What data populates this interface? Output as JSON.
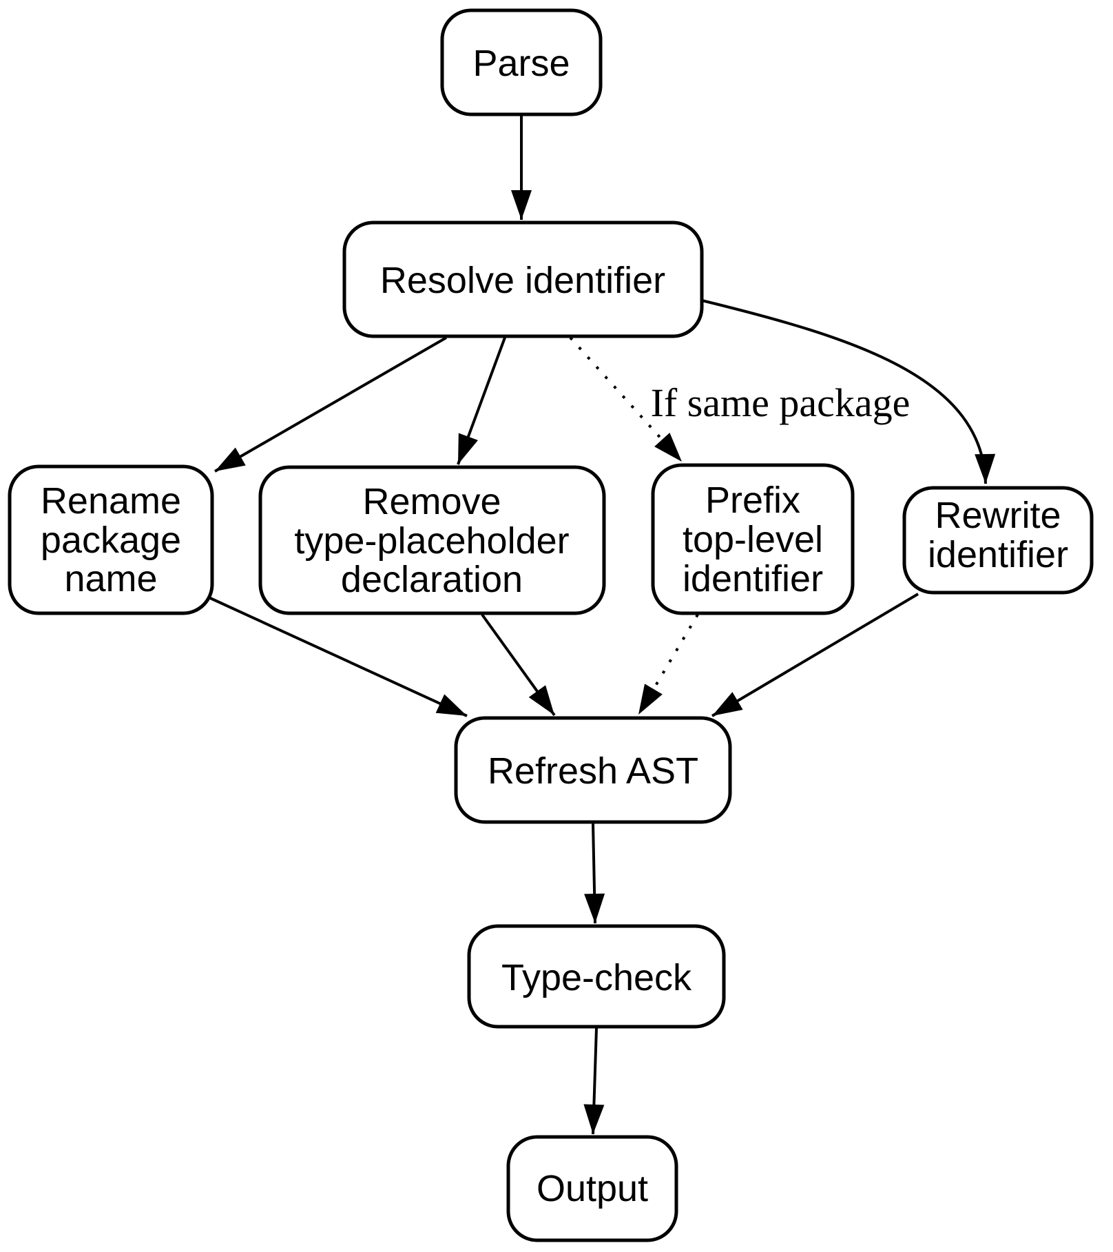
{
  "diagram": {
    "background_color": "#ffffff",
    "stroke_color": "#000000",
    "nodes": {
      "parse": {
        "lines": [
          "Parse"
        ]
      },
      "resolve": {
        "lines": [
          "Resolve identifier"
        ]
      },
      "rename": {
        "lines": [
          "Rename",
          "package",
          "name"
        ]
      },
      "remove": {
        "lines": [
          "Remove",
          "type-placeholder",
          "declaration"
        ]
      },
      "prefix": {
        "lines": [
          "Prefix",
          "top-level",
          "identifier"
        ]
      },
      "rewrite": {
        "lines": [
          "Rewrite",
          "identifier"
        ]
      },
      "refresh": {
        "lines": [
          "Refresh AST"
        ]
      },
      "typecheck": {
        "lines": [
          "Type-check"
        ]
      },
      "output": {
        "lines": [
          "Output"
        ]
      }
    },
    "edge_labels": {
      "same_package": "If same package"
    },
    "edges": [
      {
        "from": "parse",
        "to": "resolve",
        "style": "solid",
        "label": ""
      },
      {
        "from": "resolve",
        "to": "rename",
        "style": "solid",
        "label": ""
      },
      {
        "from": "resolve",
        "to": "remove",
        "style": "solid",
        "label": ""
      },
      {
        "from": "resolve",
        "to": "prefix",
        "style": "dotted",
        "label": "If same package"
      },
      {
        "from": "resolve",
        "to": "rewrite",
        "style": "solid-curved",
        "label": ""
      },
      {
        "from": "rename",
        "to": "refresh",
        "style": "solid",
        "label": ""
      },
      {
        "from": "remove",
        "to": "refresh",
        "style": "solid",
        "label": ""
      },
      {
        "from": "prefix",
        "to": "refresh",
        "style": "dotted",
        "label": ""
      },
      {
        "from": "rewrite",
        "to": "refresh",
        "style": "solid",
        "label": ""
      },
      {
        "from": "refresh",
        "to": "typecheck",
        "style": "solid",
        "label": ""
      },
      {
        "from": "typecheck",
        "to": "output",
        "style": "solid",
        "label": ""
      }
    ]
  }
}
